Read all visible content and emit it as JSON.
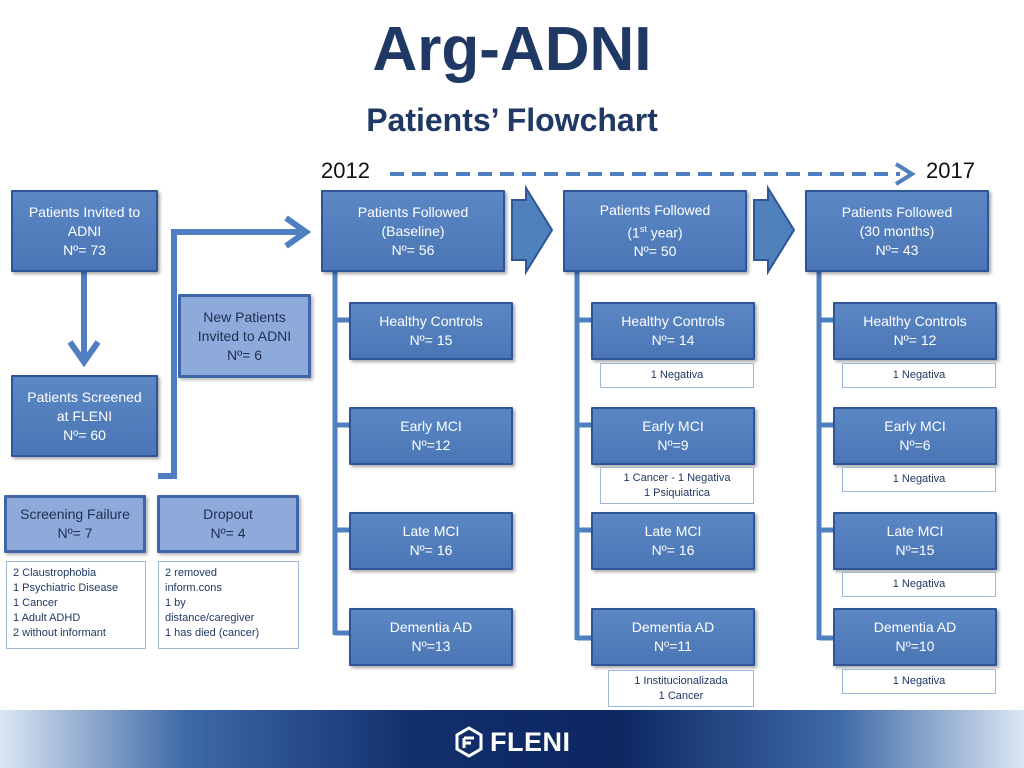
{
  "title": "Arg-ADNI",
  "subtitle": "Patients’ Flowchart",
  "timeline": {
    "start": "2012",
    "end": "2017"
  },
  "left": {
    "invited": {
      "l1": "Patients Invited to",
      "l2": "ADNI",
      "l3": "Nº= 73"
    },
    "new_patients": {
      "l1": "New Patients",
      "l2": "Invited to ADNI",
      "l3": "Nº= 6"
    },
    "screened": {
      "l1": "Patients Screened",
      "l2": "at FLENI",
      "l3": "Nº= 60"
    },
    "screen_failure": {
      "l1": "Screening Failure",
      "l2": "Nº= 7"
    },
    "dropout": {
      "l1": "Dropout",
      "l2": "Nº= 4"
    },
    "failure_notes": [
      "2 Claustrophobia",
      "1 Psychiatric Disease",
      "1 Cancer",
      "1 Adult ADHD",
      "2 without informant"
    ],
    "dropout_notes": [
      "2 removed",
      "inform.cons",
      "1 by",
      "distance/caregiver",
      "1 has died (cancer)"
    ]
  },
  "baseline": {
    "header": {
      "l1": "Patients Followed",
      "l2": "(Baseline)",
      "l3": "Nº= 56"
    },
    "hc": {
      "l1": "Healthy Controls",
      "l2": "Nº= 15"
    },
    "emci": {
      "l1": "Early MCI",
      "l2": "Nº=12"
    },
    "lmci": {
      "l1": "Late MCI",
      "l2": "Nº= 16"
    },
    "ad": {
      "l1": "Dementia AD",
      "l2": "Nº=13"
    }
  },
  "year1": {
    "header": {
      "l1": "Patients Followed",
      "l2_pre": "(1",
      "l2_sup": "st",
      "l2_post": " year)",
      "l3": "Nº= 50"
    },
    "hc": {
      "l1": "Healthy Controls",
      "l2": "Nº= 14"
    },
    "hc_note": "1 Negativa",
    "emci": {
      "l1": "Early MCI",
      "l2": "Nº=9"
    },
    "emci_note": [
      "1 Cancer - 1 Negativa",
      "1 Psiquiatrica"
    ],
    "lmci": {
      "l1": "Late MCI",
      "l2": "Nº= 16"
    },
    "ad": {
      "l1": "Dementia AD",
      "l2": "Nº=11"
    },
    "ad_note": [
      "1 Institucionalizada",
      "1 Cancer"
    ]
  },
  "month30": {
    "header": {
      "l1": "Patients Followed",
      "l2": "(30 months)",
      "l3": "Nº= 43"
    },
    "hc": {
      "l1": "Healthy Controls",
      "l2": "Nº= 12"
    },
    "hc_note": "1 Negativa",
    "emci": {
      "l1": "Early MCI",
      "l2": "Nº=6"
    },
    "emci_note": "1 Negativa",
    "lmci": {
      "l1": "Late MCI",
      "l2": "Nº=15"
    },
    "lmci_note": "1 Negativa",
    "ad": {
      "l1": "Dementia AD",
      "l2": "Nº=10"
    },
    "ad_note": "1 Negativa"
  },
  "footer": {
    "logo_text": "FLENI"
  },
  "colors": {
    "title": "#1f3864",
    "box": "#4f81bd",
    "box_border": "#2f5597",
    "light_box": "#8eaadb",
    "footer": "#0c2660"
  }
}
